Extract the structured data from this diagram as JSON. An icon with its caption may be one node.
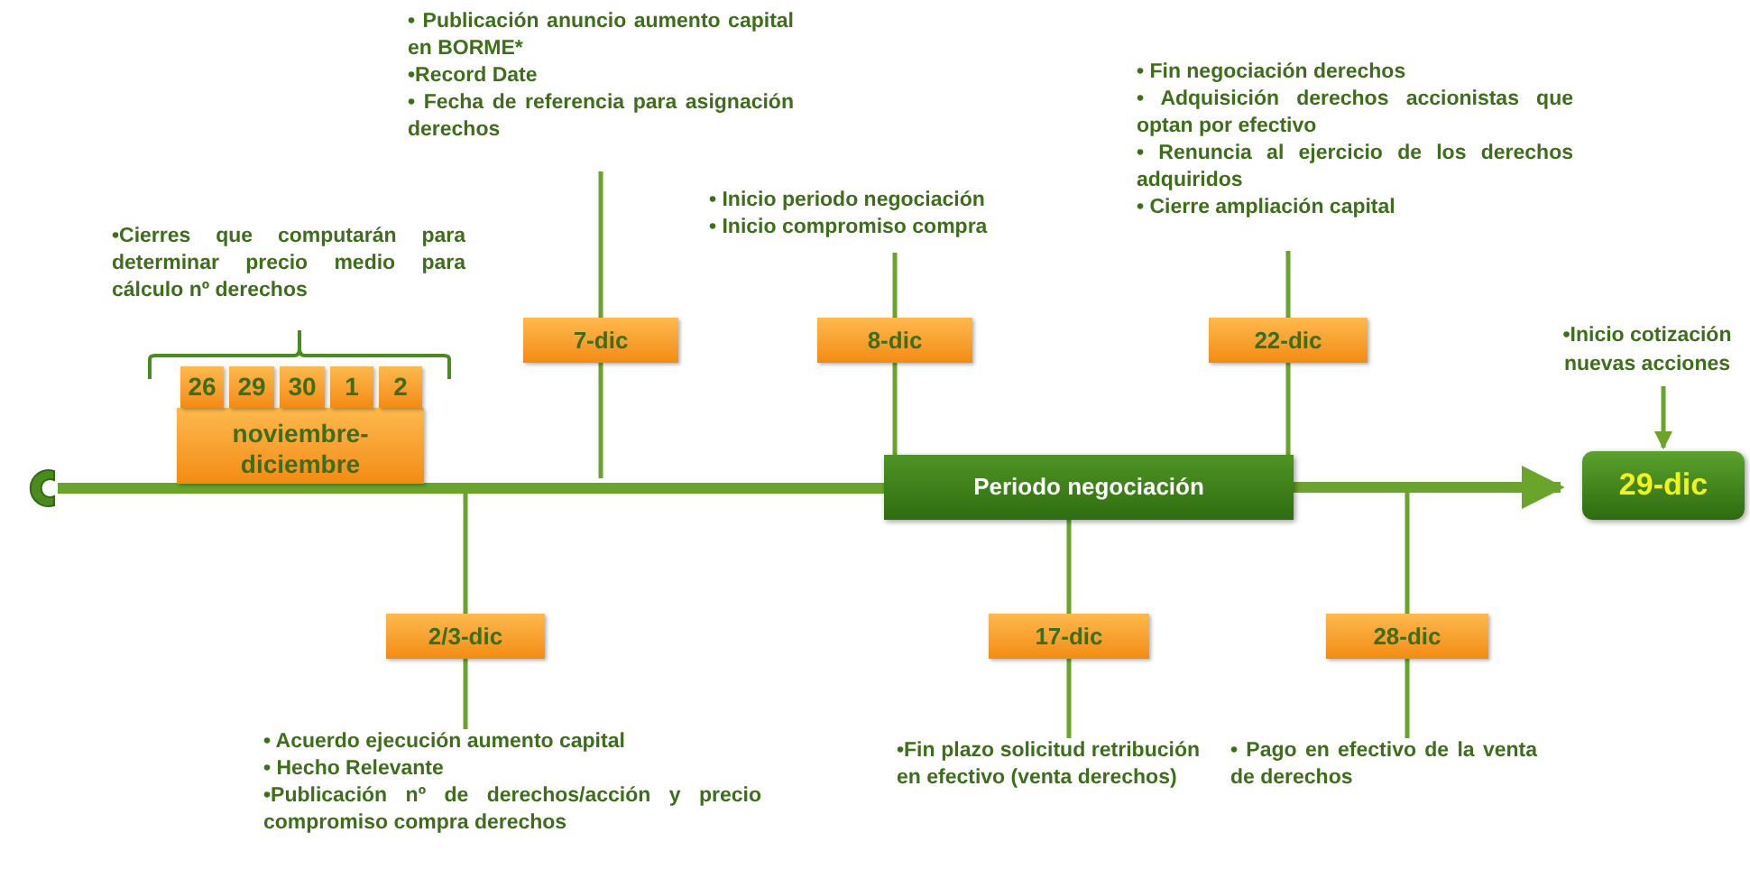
{
  "diagram": {
    "nodes": [
      {
        "text": [],
        "shape": "circle"
      },
      {
        "text": [
          "noviembre-diciembre"
        ]
      },
      {
        "text": [
          "26"
        ]
      },
      {
        "text": [
          "29"
        ]
      },
      {
        "text": [
          "30"
        ]
      },
      {
        "text": [
          "1"
        ]
      },
      {
        "text": [
          "2"
        ]
      },
      {
        "text": [
          "•Cierres que computarán para determinar precio medio para cálculo nº derechos"
        ]
      },
      {
        "text": [
          "7-dic"
        ]
      },
      {
        "text": [
          "• Publicación anuncio aumento capital en BORME*",
          "•Record Date",
          "• Fecha de referencia para asignación derechos"
        ]
      },
      {
        "text": [
          "8-dic"
        ]
      },
      {
        "text": [
          "• Inicio periodo negociación",
          "• Inicio compromiso compra"
        ]
      },
      {
        "text": [
          "Periodo negociación"
        ]
      },
      {
        "text": [
          "22-dic"
        ]
      },
      {
        "text": [
          "• Fin negociación derechos",
          "• Adquisición derechos accionistas que optan por efectivo",
          "• Renuncia al ejercicio de los derechos adquiridos",
          "• Cierre ampliación capital"
        ]
      },
      {
        "text": [
          "29-dic"
        ]
      },
      {
        "text": [
          "•Inicio cotización nuevas acciones"
        ]
      },
      {
        "text": [
          "2/3-dic"
        ]
      },
      {
        "text": [
          "• Acuerdo ejecución aumento capital",
          "• Hecho Relevante",
          "•Publicación nº de derechos/acción y precio compromiso compra derechos"
        ]
      },
      {
        "text": [
          "17-dic"
        ]
      },
      {
        "text": [
          "•Fin plazo solicitud retribución en efectivo (venta derechos)"
        ]
      },
      {
        "text": [
          "28-dic"
        ]
      },
      {
        "text": [
          "• Pago en efectivo de la venta de derechos"
        ]
      }
    ],
    "edges": [
      {
        "from": 0,
        "to": 12,
        "arrow": "none",
        "style": "thick"
      },
      {
        "from": 12,
        "to": 15,
        "arrow": "to",
        "style": "thick"
      },
      {
        "from": 8,
        "to": null,
        "arrow": "none"
      },
      {
        "from": 17,
        "to": null,
        "arrow": "none"
      },
      {
        "from": 21,
        "to": null,
        "arrow": "none"
      },
      {
        "from": 9,
        "to": 8,
        "arrow": "none"
      },
      {
        "from": 11,
        "to": 10,
        "arrow": "none"
      },
      {
        "from": 10,
        "to": 12,
        "arrow": "none"
      },
      {
        "from": 14,
        "to": 13,
        "arrow": "none"
      },
      {
        "from": 13,
        "to": 12,
        "arrow": "none"
      },
      {
        "from": 16,
        "to": 15,
        "arrow": "to"
      },
      {
        "from": 17,
        "to": 18,
        "arrow": "none"
      },
      {
        "from": 19,
        "to": 12,
        "arrow": "none"
      },
      {
        "from": 19,
        "to": 20,
        "arrow": "none"
      },
      {
        "from": 21,
        "to": 22,
        "arrow": "none"
      }
    ]
  }
}
